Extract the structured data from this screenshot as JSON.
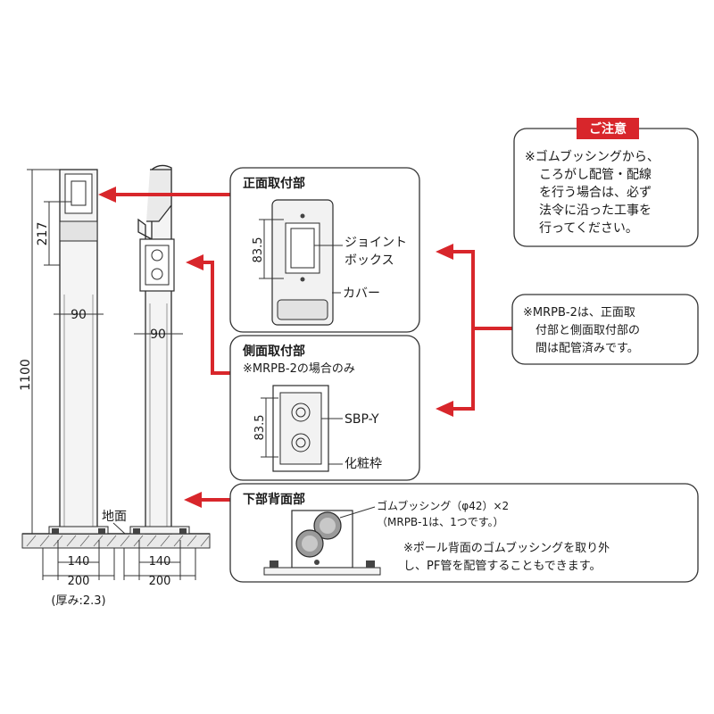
{
  "dimensions": {
    "height_total": "1100",
    "height_upper": "217",
    "width_pole_a": "90",
    "width_pole_b": "90",
    "base_inner_a": "140",
    "base_outer_a": "200",
    "base_inner_b": "140",
    "base_outer_b": "200",
    "thickness": "(厚み:2.3)",
    "ground": "地面"
  },
  "front_panel": {
    "title": "正面取付部",
    "dim": "83.5",
    "label_box_line1": "ジョイント",
    "label_box_line2": "ボックス",
    "label_cover": "カバー"
  },
  "side_panel": {
    "title": "側面取付部",
    "subtitle": "※MRPB-2の場合のみ",
    "dim": "83.5",
    "label_sbp": "SBP-Y",
    "label_frame": "化粧枠"
  },
  "bottom_panel": {
    "title": "下部背面部",
    "bushing": "ゴムブッシング（φ42）×2",
    "bushing_note": "（MRPB-1は、1つです。）",
    "note_line1": "※ポール背面のゴムブッシングを取り外",
    "note_line2": "し、PF管を配管することもできます。"
  },
  "caution": {
    "badge": "ご注意",
    "line1": "※ゴムブッシングから、",
    "line2": "ころがし配管・配線",
    "line3": "を行う場合は、必ず",
    "line4": "法令に沿った工事を",
    "line5": "行ってください。"
  },
  "mrpb_note": {
    "line1": "※MRPB-2は、正面取",
    "line2": "付部と側面取付部の",
    "line3": "間は配管済みです。"
  },
  "colors": {
    "accent": "#d8262b"
  }
}
